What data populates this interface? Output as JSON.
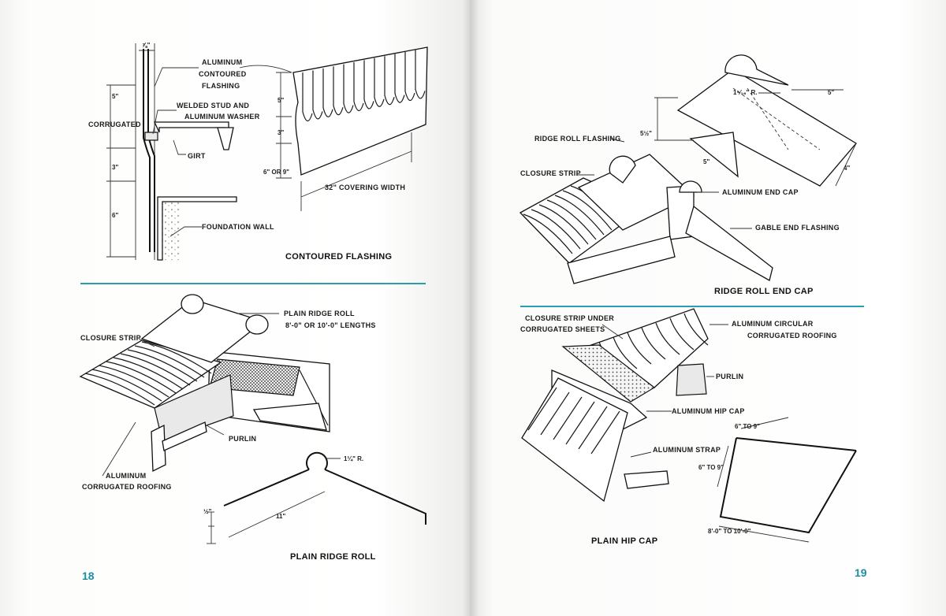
{
  "left_page": {
    "page_number": "18",
    "contoured_flashing": {
      "caption": "CONTOURED FLASHING",
      "labels": {
        "aluminum": "ALUMINUM",
        "contoured": "CONTOURED",
        "flashing": "FLASHING",
        "welded_stud": "WELDED STUD AND",
        "washer": "ALUMINUM WASHER",
        "corrugated": "CORRUGATED",
        "girt": "GIRT",
        "foundation_wall": "FOUNDATION WALL",
        "covering_width": "32\" COVERING WIDTH"
      },
      "dimensions": {
        "top": "⅞\"",
        "d1": "5\"",
        "d2": "3\"",
        "d3": "6\"",
        "r1": "5\"",
        "r2": "3\"",
        "r3": "6\" OR 9\""
      }
    },
    "plain_ridge_roll_assembly": {
      "labels": {
        "plain_ridge_roll": "PLAIN RIDGE ROLL",
        "lengths": "8'-0\"  OR  10'-0\"  LENGTHS",
        "closure_strip": "CLOSURE STRIP",
        "purlin": "PURLIN",
        "aluminum": "ALUMINUM",
        "corrugated_roofing": "CORRUGATED ROOFING"
      }
    },
    "plain_ridge_roll_profile": {
      "caption": "PLAIN RIDGE ROLL",
      "radius": "1¼\" R.",
      "width": "11\"",
      "lip": "½\""
    }
  },
  "right_page": {
    "page_number": "19",
    "ridge_roll_end_cap": {
      "caption": "RIDGE ROLL END CAP",
      "labels": {
        "ridge_roll_flashing": "RIDGE ROLL FLASHING",
        "closure_strip": "CLOSURE STRIP",
        "aluminum_end_cap": "ALUMINUM END CAP",
        "gable_end_flashing": "GABLE END FLASHING"
      },
      "dimensions": {
        "radius": "1⁵⁄₁₆\" R.",
        "d1": "5\"",
        "d2": "5½\"",
        "d3": "5\"",
        "d4": "4\""
      }
    },
    "plain_hip_cap_assembly": {
      "labels": {
        "closure_strip_under": "CLOSURE STRIP UNDER",
        "corrugated_sheets": "CORRUGATED SHEETS",
        "aluminum_circular": "ALUMINUM CIRCULAR",
        "corrugated_roofing": "CORRUGATED ROOFING",
        "purlin": "PURLIN",
        "aluminum_hip_cap": "ALUMINUM HIP CAP",
        "aluminum_strap": "ALUMINUM STRAP"
      }
    },
    "plain_hip_cap_profile": {
      "caption": "PLAIN HIP CAP",
      "d1": "6\" TO 9\"",
      "d2": "6\" TO 9\"",
      "d3": "8'-0\"  TO  10'-0\""
    }
  },
  "colors": {
    "accent": "#2a9db0",
    "page_number": "#1b8fa1",
    "ink": "#111111"
  }
}
